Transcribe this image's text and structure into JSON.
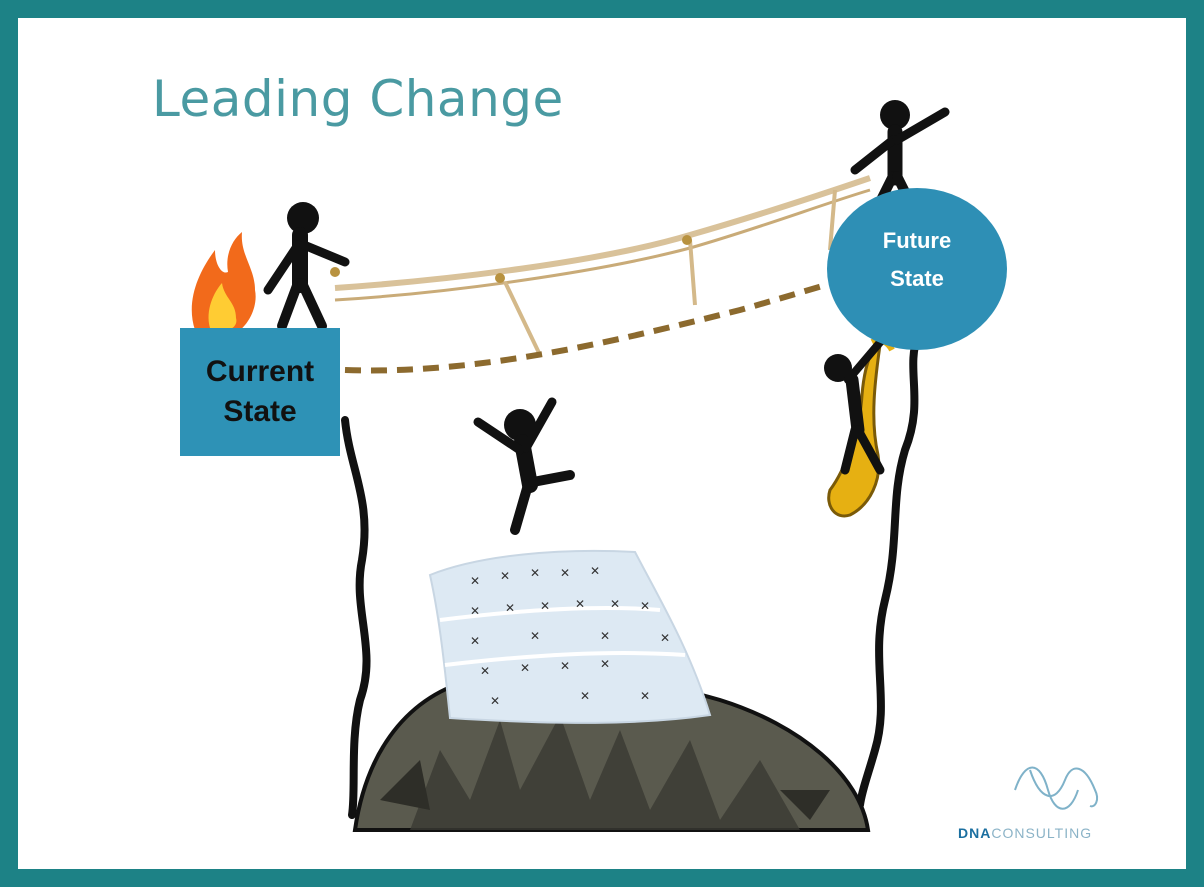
{
  "slide": {
    "title": "Leading Change",
    "current_state_label": "Current\nState",
    "future_state_label": "Future\nState"
  },
  "logo": {
    "brand_strong": "DNA",
    "brand_light": "CONSULTING"
  },
  "colors": {
    "frame": "#1d8286",
    "title": "#4a9aa2",
    "state_box": "#2e92b6",
    "rope_bridge": "#d9c29a",
    "dashed_rope": "#8c6a2e",
    "figure": "#111111",
    "climbing_gear": "#e6b012",
    "fire": "#f26a1b",
    "rock": "#5a5a4e",
    "net": "#dde9f3"
  }
}
